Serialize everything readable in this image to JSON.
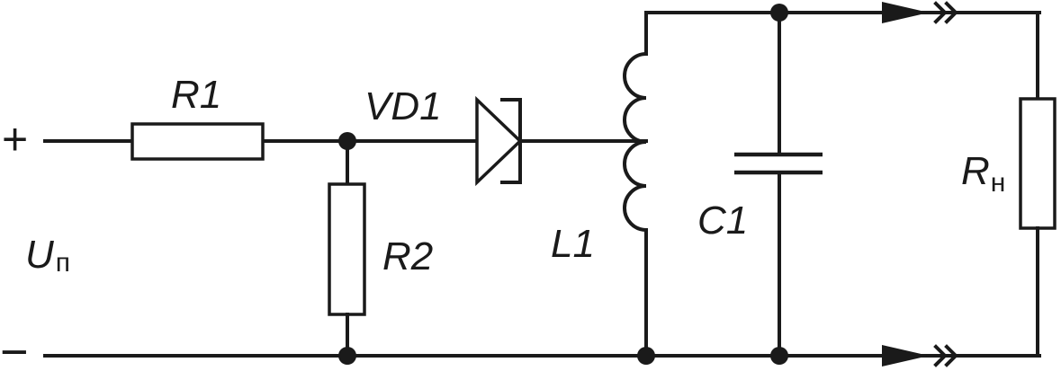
{
  "components": {
    "r1": "R1",
    "r2": "R2",
    "vd1": "VD1",
    "l1": "L1",
    "c1": "C1",
    "rn_main": "R",
    "rn_sub": "н"
  },
  "supply": {
    "plus": "+",
    "minus": "−",
    "u_main": "U",
    "u_sub": "п"
  }
}
